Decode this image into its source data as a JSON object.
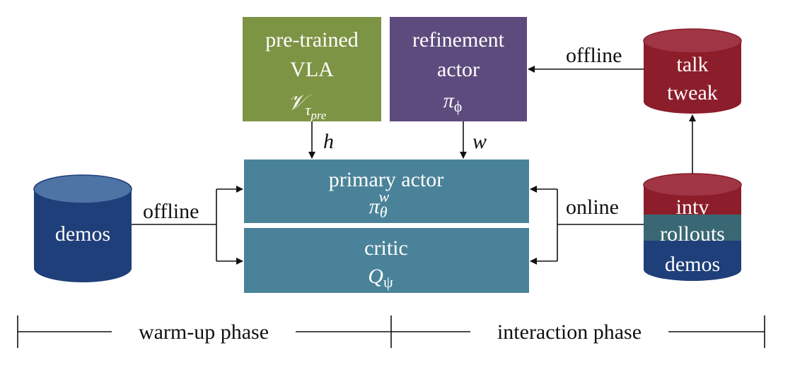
{
  "boxes": {
    "pretrained": {
      "line1": "pre-trained",
      "line2": "VLA",
      "symbol": "𝒱",
      "subscript": "τ",
      "subsub": "pre",
      "color": "#7E9445"
    },
    "refinement": {
      "line1": "refinement",
      "line2": "actor",
      "symbol": "π",
      "subscript": "ϕ",
      "color": "#5E4B7E"
    },
    "primary": {
      "line1": "primary actor",
      "symbol": "π",
      "subscript": "θ",
      "superscript": "w",
      "color": "#4A8399"
    },
    "critic": {
      "line1": "critic",
      "symbol": "Q",
      "subscript": "ψ",
      "color": "#4A8399"
    }
  },
  "cylinders": {
    "demos_left": {
      "label": "demos",
      "body_color": "#1F3F7A",
      "top_color": "#4E73A5"
    },
    "talk_tweak": {
      "line1": "talk",
      "line2": "tweak",
      "body_color": "#8C1D2A",
      "top_color": "#A03645"
    },
    "buffer": {
      "layers": [
        {
          "label": "intv",
          "color": "#8C1D2A"
        },
        {
          "label": "rollouts",
          "color": "#3A6774"
        },
        {
          "label": "demos",
          "color": "#1F3F7A"
        }
      ],
      "top_color": "#A03645"
    }
  },
  "edges": {
    "h": "h",
    "w": "w",
    "offline_left": "offline",
    "offline_right": "offline",
    "online": "online"
  },
  "phases": {
    "warmup": "warm-up phase",
    "interaction": "interaction phase"
  }
}
